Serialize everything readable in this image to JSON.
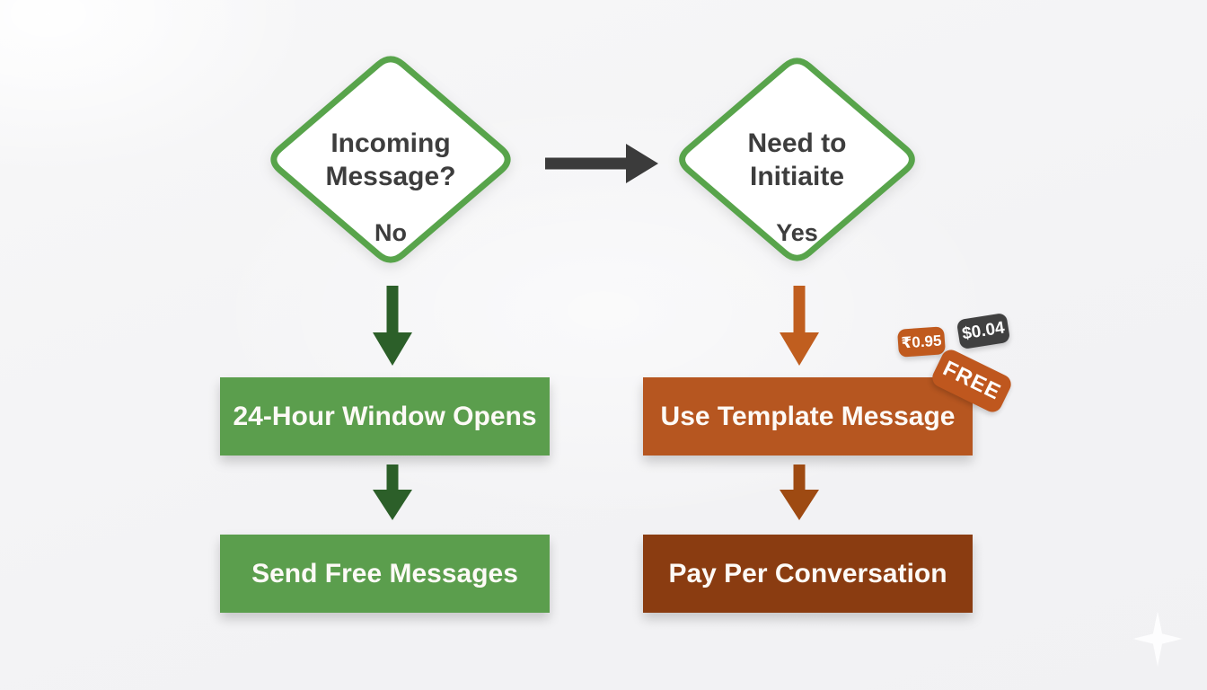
{
  "flowchart": {
    "left_branch": {
      "decision": {
        "line1": "Incoming",
        "line2": "Message?",
        "answer": "No"
      },
      "step1_label": "24-Hour Window Opens",
      "step2_label": "Send Free Messages"
    },
    "right_branch": {
      "decision": {
        "line1": "Need to",
        "line2": "Initiaite",
        "answer": "Yes"
      },
      "step1_label": "Use Template Message",
      "step2_label": "Pay Per Conversation"
    },
    "badges": {
      "inr_price": "₹0.95",
      "usd_price": "$0.04",
      "free_label": "FREE"
    },
    "colors": {
      "diamond_border_green": "#58a44b",
      "box_green": "#5b9e4d",
      "box_orange": "#b65620",
      "box_brown": "#8a3c11",
      "arrow_dark_gray": "#3b3b3b",
      "arrow_dark_green": "#2c5f29",
      "arrow_orange": "#c05e1f",
      "arrow_dark_orange": "#9e4a12",
      "badge_dark": "#404040",
      "badge_orange": "#c05a1e"
    }
  }
}
